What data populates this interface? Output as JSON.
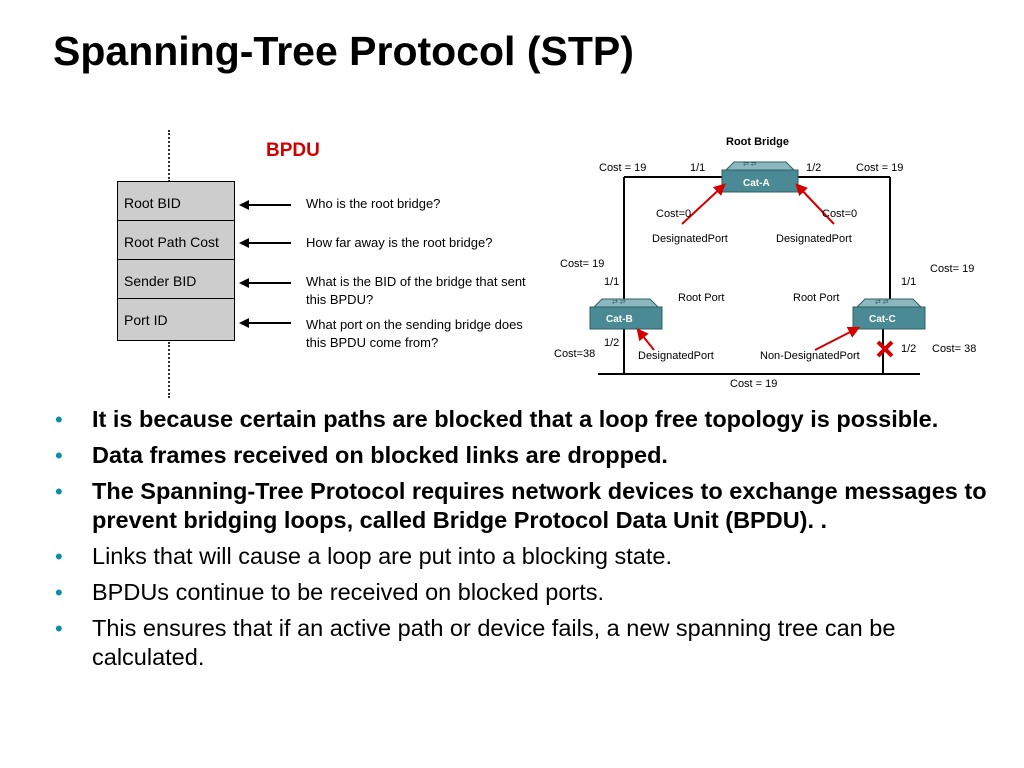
{
  "title": "Spanning-Tree Protocol (STP)",
  "bpdu_diagram": {
    "label": "BPDU",
    "fields": [
      {
        "name": "Root  BID",
        "question": "Who is the root bridge?"
      },
      {
        "name": "Root Path Cost",
        "question": "How far away is the root bridge?"
      },
      {
        "name": "Sender BID",
        "question": "What is the BID of the bridge that sent this BPDU?"
      },
      {
        "name": "Port ID",
        "question": "What port on the sending bridge does this BPDU come from?"
      }
    ]
  },
  "topology": {
    "title": "Root Bridge",
    "switches": {
      "a": "Cat-A",
      "b": "Cat-B",
      "c": "Cat-C"
    },
    "labels": {
      "cost_top_left": "Cost = 19",
      "cost_top_right": "Cost = 19",
      "a_port_left": "1/1",
      "a_port_right": "1/2",
      "a_cost_left": "Cost=0",
      "a_cost_right": "Cost=0",
      "a_role_left": "DesignatedPort",
      "a_role_right": "DesignatedPort",
      "cost_left_link": "Cost= 19",
      "cost_right_link": "Cost= 19",
      "b_port_top": "1/1",
      "c_port_top": "1/1",
      "b_role_top": "Root Port",
      "c_role_top": "Root Port",
      "b_port_bottom": "1/2",
      "c_port_bottom": "1/2",
      "b_cost": "Cost=38",
      "c_cost": "Cost= 38",
      "b_role_bottom": "DesignatedPort",
      "c_role_bottom": "Non-DesignatedPort",
      "cost_bottom": "Cost = 19"
    },
    "colors": {
      "switch": "#4a8a94",
      "arrow": "#d40000",
      "blocked_mark": "#d40000"
    }
  },
  "bullets": [
    {
      "text": "It is because certain paths are blocked that a loop free topology is possible.",
      "bold": true
    },
    {
      "text": "Data frames received on blocked links are dropped.",
      "bold": true
    },
    {
      "text": "The Spanning-Tree Protocol requires network devices to exchange messages to prevent bridging loops, called Bridge Protocol Data Unit (BPDU). .",
      "bold": true
    },
    {
      "text": "Links that will cause a loop are put into a blocking state.",
      "bold": false
    },
    {
      "text": "BPDUs continue to be received on blocked ports.",
      "bold": false
    },
    {
      "text": "This ensures that if an active path or device fails, a new spanning tree can be calculated.",
      "bold": false
    }
  ],
  "bullet_symbol": "•",
  "bullet_color": "#0a8fa3"
}
